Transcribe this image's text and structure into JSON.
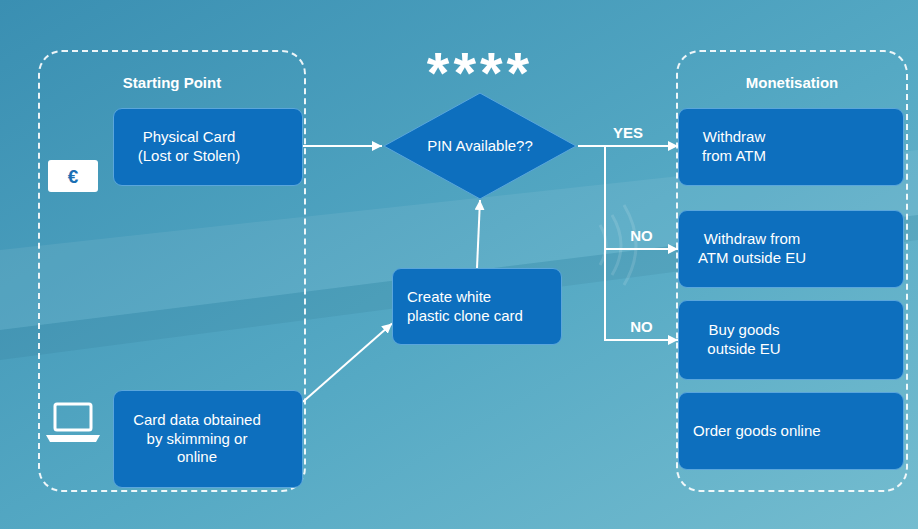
{
  "diagram": {
    "nodes": [
      {
        "text": [
          "Starting Point"
        ]
      },
      {
        "text": [
          "Physical Card (Lost or Stolen)"
        ],
        "in": 0
      },
      {
        "text": [
          "Card data obtained by skimming or online"
        ],
        "in": 0
      },
      {
        "text": [
          "PIN Available??"
        ]
      },
      {
        "text": [
          "Create white plastic clone card"
        ]
      },
      {
        "text": [
          "Monetisation"
        ]
      },
      {
        "text": [
          "Withdraw from ATM"
        ],
        "in": 5
      },
      {
        "text": [
          "Withdraw from ATM outside EU"
        ],
        "in": 5
      },
      {
        "text": [
          "Buy goods outside EU"
        ],
        "in": 5
      },
      {
        "text": [
          "Order goods online"
        ],
        "in": 5
      }
    ],
    "edges": [
      {
        "from": 1,
        "to": 3,
        "arrow": "to"
      },
      {
        "from": 2,
        "to": 4,
        "arrow": "to"
      },
      {
        "from": 4,
        "to": 3,
        "arrow": "to"
      },
      {
        "from": 3,
        "to": 6,
        "label": "YES",
        "arrow": "to"
      },
      {
        "from": 3,
        "to": 7,
        "label": "NO",
        "arrow": "to"
      },
      {
        "from": 3,
        "to": 8,
        "label": "NO",
        "arrow": "to"
      }
    ],
    "labels": [
      "****",
      "€"
    ]
  }
}
